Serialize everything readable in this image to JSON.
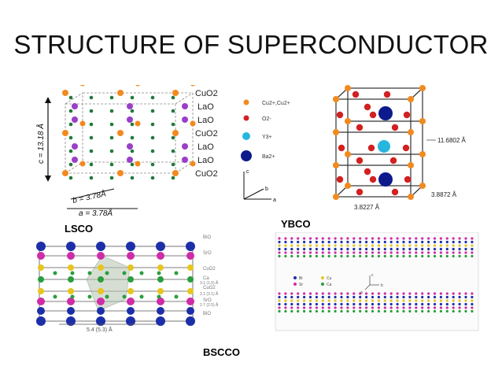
{
  "slide": {
    "title": "STRUCTURE OF SUPERCONDUCTOR"
  },
  "lsco": {
    "caption": "LSCO",
    "layers": [
      "CuO2",
      "LaO",
      "LaO",
      "CuO2",
      "LaO",
      "LaO",
      "CuO2"
    ],
    "c_label": "c = 13.18 Å",
    "b_label": "b = 3.78Å",
    "a_label": "a = 3.78Å",
    "legend": [
      {
        "label": "Cu2+,Cu2+",
        "color": "#f28a1e"
      },
      {
        "label": "O2-",
        "color": "#d32020"
      },
      {
        "label": "Y3+",
        "color": "#27b6de"
      },
      {
        "label": "Ba2+",
        "color": "#0d1a8c"
      }
    ],
    "axes": {
      "c": "c",
      "b": "b",
      "a": "a"
    }
  },
  "ybco": {
    "caption": "YBCO",
    "dim_c": "11.6802 Å",
    "dim_b": "3.8872 Å",
    "dim_a": "3.8227 Å"
  },
  "bscco": {
    "caption": "BSCCO",
    "layers": [
      "BiO",
      "SrO",
      "CuO2",
      "Ca",
      "CuO2",
      "SrO",
      "BiO"
    ],
    "dims": [
      "3.1 (1.5) Å",
      "2.1 (3.1) Å",
      "2.7 (2.5) Å"
    ],
    "width_label": "5.4 (5.3) Å",
    "legend": [
      {
        "label": "Bi",
        "color": "#1d2fa8"
      },
      {
        "label": "Cu",
        "color": "#e7c51e"
      },
      {
        "label": "Sr",
        "color": "#cf2ca8"
      },
      {
        "label": "Ca",
        "color": "#2a9e3c"
      }
    ],
    "axes": {
      "c": "c",
      "b": "b",
      "a": "a"
    }
  }
}
